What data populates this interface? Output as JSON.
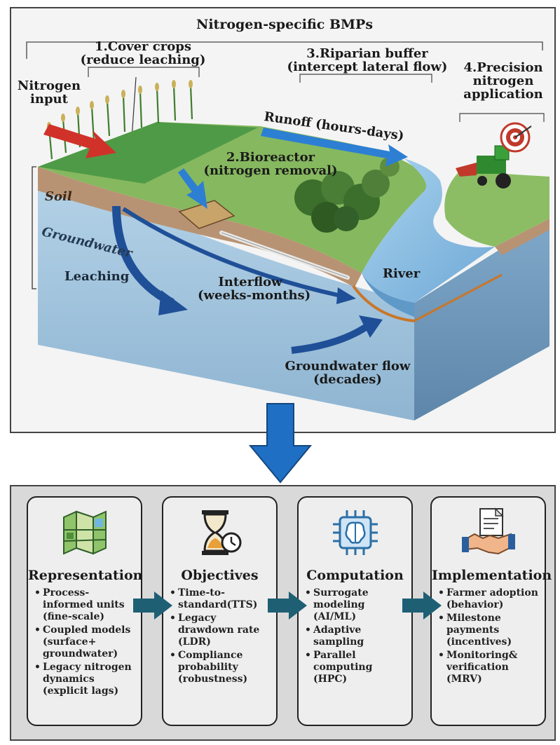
{
  "diagram": {
    "top": {
      "title": "Nitrogen-specific BMPs",
      "bmp1": [
        "1.Cover crops",
        "(reduce leaching)"
      ],
      "bmp2": [
        "2.Bioreactor",
        "(nitrogen removal)"
      ],
      "bmp3": [
        "3.Riparian buffer",
        "(intercept lateral flow)"
      ],
      "bmp4": [
        "4.Precision",
        "nitrogen",
        "application"
      ],
      "nitrogen_input": [
        "Nitrogen",
        "input"
      ],
      "runoff": "Runoff (hours-days)",
      "soil": "Soil",
      "groundwater": "Groundwater",
      "leaching": "Leaching",
      "interflow": [
        "Interflow",
        "(weeks-months)"
      ],
      "river": "River",
      "groundwater_flow": [
        "Groundwater flow",
        "(decades)"
      ]
    },
    "cards": [
      {
        "title": "Representation",
        "icon": "map-icon",
        "bullets": [
          "Process-informed units (fine-scale)",
          "Coupled models (surface+ groundwater)",
          "Legacy nitrogen dynamics (explicit lags)"
        ]
      },
      {
        "title": "Objectives",
        "icon": "hourglass-clock-icon",
        "bullets": [
          "Time-to-standard(TTS)",
          "Legacy drawdown rate (LDR)",
          "Compliance probability (robustness)"
        ]
      },
      {
        "title": "Computation",
        "icon": "chip-brain-icon",
        "bullets": [
          "Surrogate modeling (AI/ML)",
          "Adaptive sampling",
          "Parallel computing (HPC)"
        ]
      },
      {
        "title": "Implementation",
        "icon": "handshake-document-icon",
        "bullets": [
          "Farmer adoption (behavior)",
          "Milestone payments (incentives)",
          "Monitoring& verification (MRV)"
        ]
      }
    ],
    "colors": {
      "arrow_blue": "#1f6fc4",
      "connector_teal": "#1f5f74",
      "runoff_blue": "#2d7fd3",
      "input_red": "#d0322a"
    }
  }
}
